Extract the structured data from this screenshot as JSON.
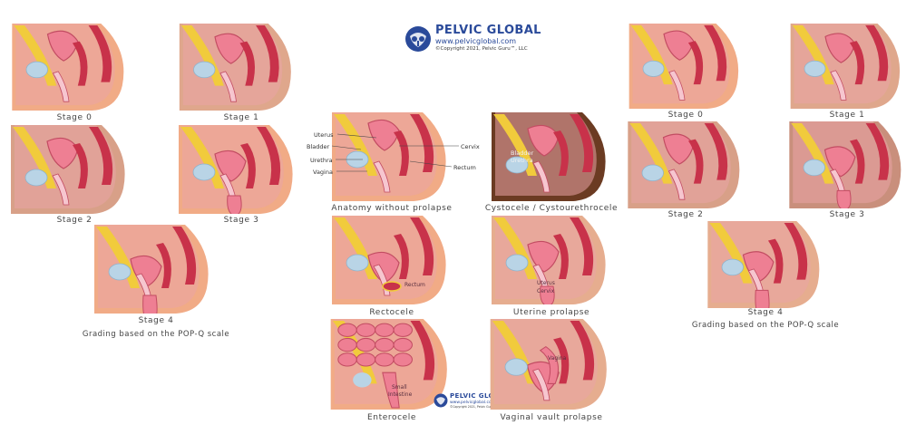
{
  "logo": {
    "brand": "PELVIC GLOBAL",
    "url": "www.pelvicglobal.com",
    "copyright": "©Copyright 2021, Pelvic Guru™, LLC"
  },
  "left_grid": {
    "captions": [
      "Stage 0",
      "Stage 1",
      "Stage 2",
      "Stage 3",
      "Stage 4"
    ],
    "note": "Grading based on the POP-Q scale"
  },
  "right_grid": {
    "captions": [
      "Stage 0",
      "Stage 1",
      "Stage 2",
      "Stage 3",
      "Stage 4"
    ],
    "note": "Grading based on the POP-Q scale"
  },
  "center": {
    "anatomy": {
      "caption": "Anatomy without prolapse",
      "labels": {
        "uterus": "Uterus",
        "bladder": "Bladder",
        "urethra": "Urethra",
        "vagina": "Vagina",
        "cervix": "Cervix",
        "rectum": "Rectum"
      }
    },
    "cystocele": {
      "caption": "Cystocele / Cystourethrocele",
      "labels": [
        "Bladder",
        "Urethra"
      ]
    },
    "rectocele": {
      "caption": "Rectocele",
      "label": "Rectum"
    },
    "uterine": {
      "caption": "Uterine prolapse",
      "labels": [
        "Uterus",
        "Cervix"
      ]
    },
    "enterocele": {
      "caption": "Enterocele",
      "labels": [
        "Small",
        "Intestine"
      ]
    },
    "vault": {
      "caption": "Vaginal vault prolapse",
      "label": "Vagina"
    }
  },
  "colors": {
    "skin_light": "#f3b08c",
    "skin_tan": "#e2a98a",
    "skin_dark": "#6b3b22",
    "muscle": "#c8324a",
    "organ_pink": "#ee7f93",
    "bladder_blue": "#b9d4e6",
    "fat_yellow": "#f1cb3c",
    "brand_blue": "#2a4a9a"
  }
}
